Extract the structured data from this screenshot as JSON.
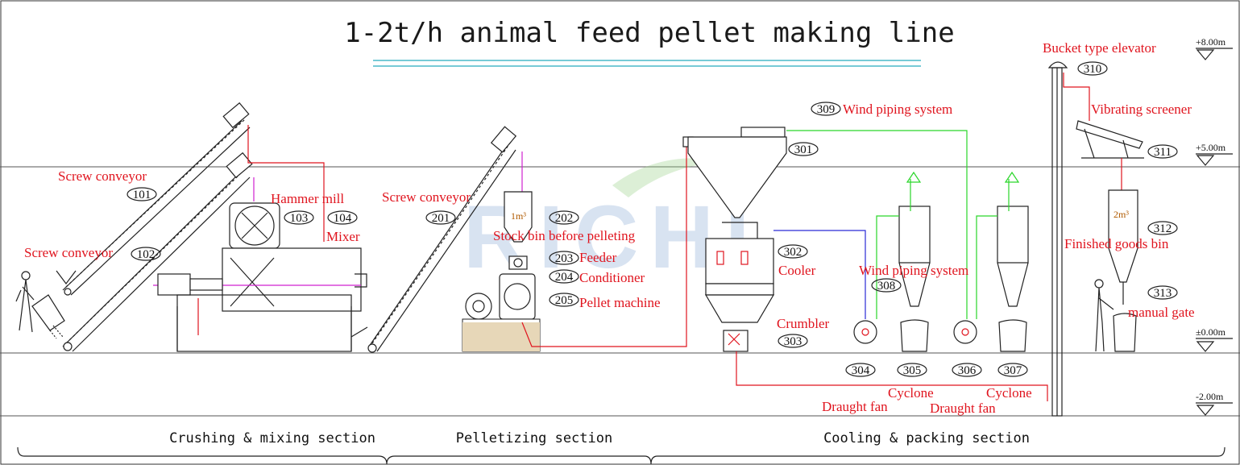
{
  "title": "1-2t/h animal feed pellet making line",
  "colors": {
    "label": "#e0141e",
    "wind_pipe": "#2ad62a",
    "outline": "#222222",
    "watermark": "#8fb0d8"
  },
  "watermark": "RICHI",
  "levels": [
    "+8.00m",
    "+5.00m",
    "±0.00m",
    "-2.00m"
  ],
  "sections": [
    "Crushing & mixing section",
    "Pelletizing section",
    "Cooling & packing section"
  ],
  "capacities": {
    "stock_bin": "1m³",
    "finished_bin": "2m³"
  },
  "equipment": [
    {
      "num": "101",
      "label": "Screw conveyor"
    },
    {
      "num": "102",
      "label": "Screw conveyor"
    },
    {
      "num": "103",
      "label": "Hammer mill"
    },
    {
      "num": "104",
      "label": "Mixer"
    },
    {
      "num": "201",
      "label": "Screw conveyor"
    },
    {
      "num": "202",
      "label": "Stock bin before pelleting"
    },
    {
      "num": "203",
      "label": "Feeder"
    },
    {
      "num": "204",
      "label": "Conditioner"
    },
    {
      "num": "205",
      "label": "Pellet machine"
    },
    {
      "num": "301",
      "label": ""
    },
    {
      "num": "302",
      "label": "Cooler"
    },
    {
      "num": "303",
      "label": "Crumbler"
    },
    {
      "num": "304",
      "label": "Draught fan"
    },
    {
      "num": "305",
      "label": "Cyclone"
    },
    {
      "num": "306",
      "label": "Draught fan"
    },
    {
      "num": "307",
      "label": "Cyclone"
    },
    {
      "num": "308",
      "label": "Wind piping system"
    },
    {
      "num": "309",
      "label": "Wind piping system"
    },
    {
      "num": "310",
      "label": "Bucket type elevator"
    },
    {
      "num": "311",
      "label": "Vibrating screener"
    },
    {
      "num": "312",
      "label": "Finished goods bin"
    },
    {
      "num": "313",
      "label": "manual gate"
    }
  ]
}
